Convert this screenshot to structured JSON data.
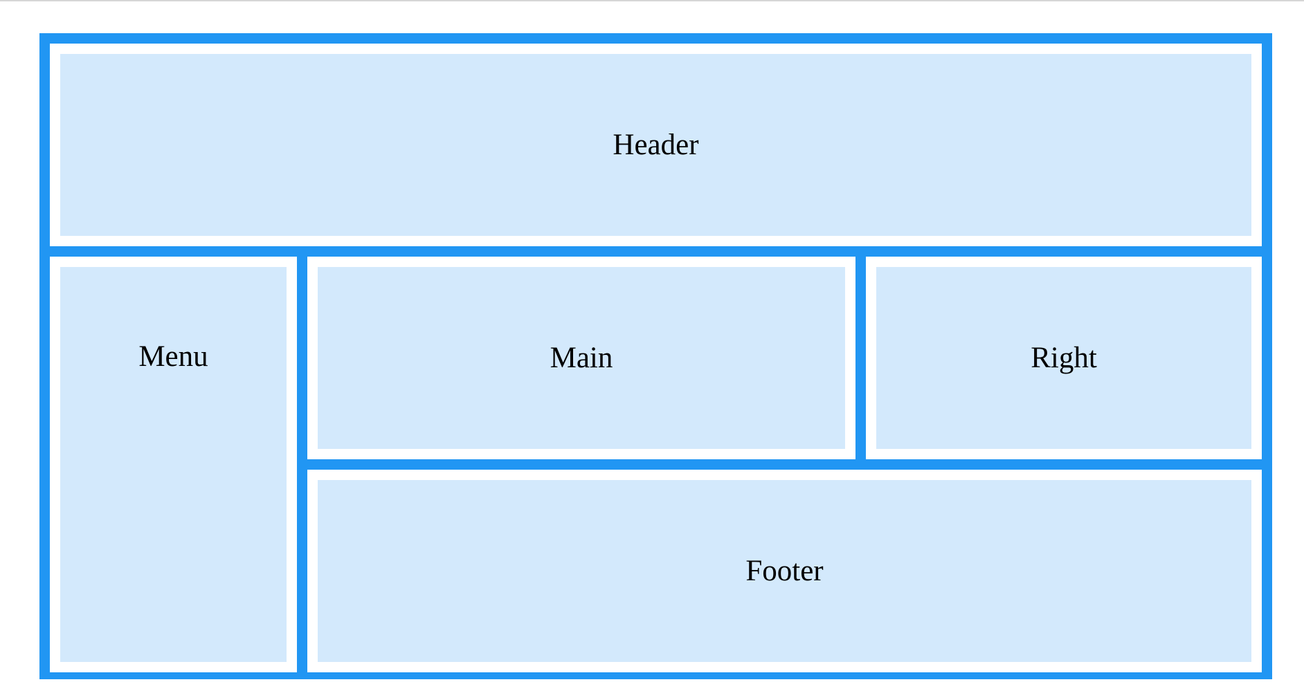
{
  "layout": {
    "colors": {
      "frame": "#2196f3",
      "cell_fill": "#d3e9fc",
      "cell_border": "#ffffff",
      "text": "#000000"
    },
    "regions": {
      "header": "Header",
      "menu": "Menu",
      "main": "Main",
      "right": "Right",
      "footer": "Footer"
    }
  }
}
